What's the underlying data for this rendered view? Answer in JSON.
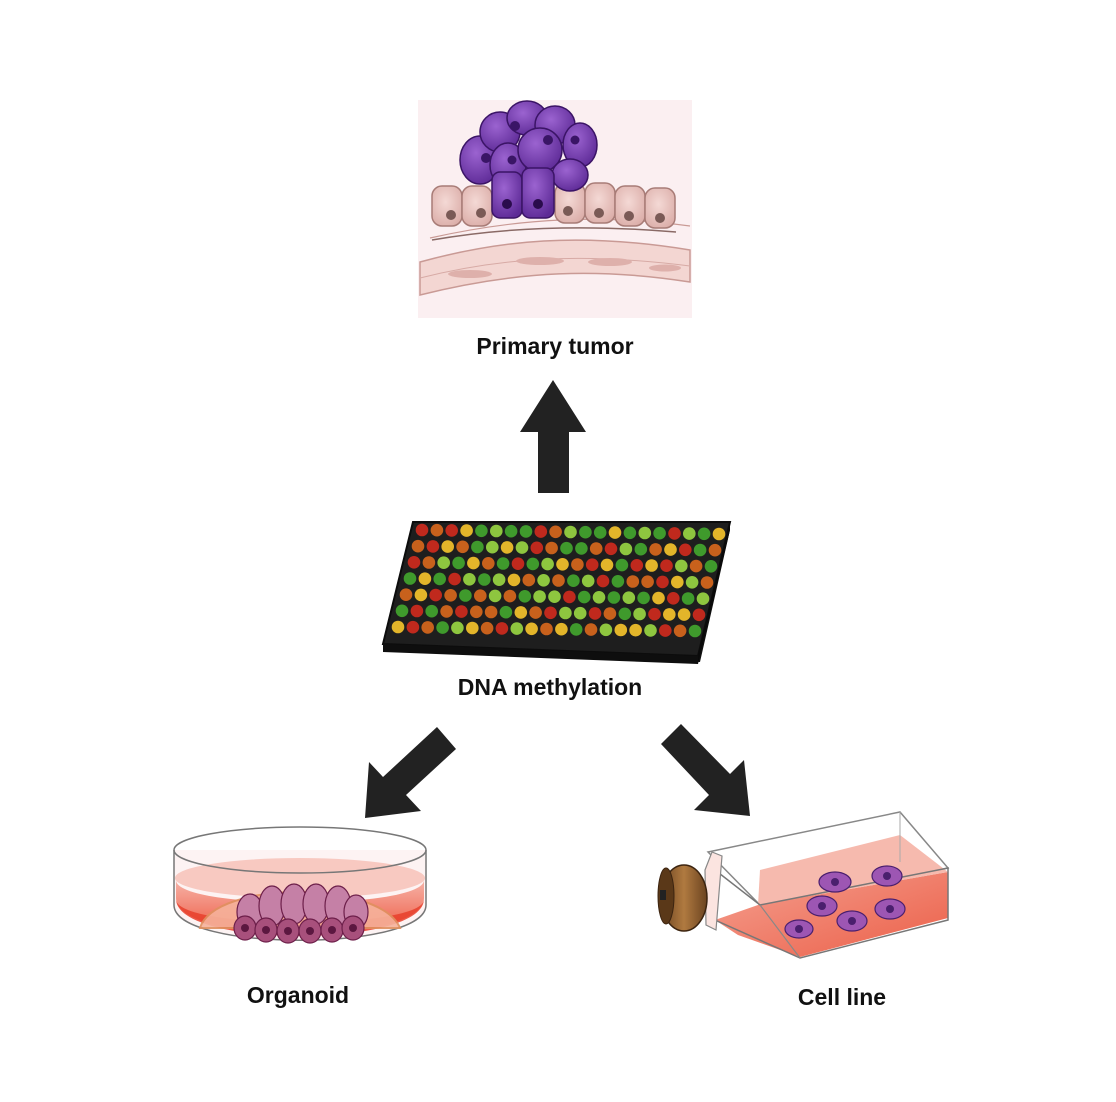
{
  "diagram": {
    "labels": {
      "primary_tumor": "Primary tumor",
      "dna_methylation": "DNA methylation",
      "organoid": "Organoid",
      "cell_line": "Cell line"
    },
    "colors": {
      "arrow": "#222222",
      "tumor_cell": "#7a3fb8",
      "tumor_cell_dark": "#4a1f7e",
      "epithelium": "#e8c2be",
      "tissue_background": "#fbeff1",
      "chip_body": "#1e1e1e",
      "medium": "#f06a55",
      "organoid": "#a8507c",
      "cell": "#9d56b3",
      "cap": "#8a5a2c"
    },
    "array_rows": [
      [
        "r",
        "o",
        "r",
        "y",
        "g",
        "l",
        "g",
        "g",
        "r",
        "o",
        "l",
        "g",
        "g",
        "y",
        "g",
        "l",
        "g",
        "r",
        "l",
        "g",
        "y"
      ],
      [
        "o",
        "r",
        "y",
        "o",
        "g",
        "l",
        "y",
        "l",
        "r",
        "o",
        "g",
        "g",
        "o",
        "r",
        "l",
        "g",
        "o",
        "y",
        "r",
        "g",
        "o"
      ],
      [
        "r",
        "o",
        "l",
        "g",
        "y",
        "o",
        "g",
        "r",
        "g",
        "l",
        "y",
        "o",
        "r",
        "y",
        "g",
        "r",
        "y",
        "r",
        "l",
        "o",
        "g"
      ],
      [
        "g",
        "y",
        "g",
        "r",
        "l",
        "g",
        "l",
        "y",
        "o",
        "l",
        "o",
        "g",
        "l",
        "r",
        "g",
        "o",
        "o",
        "r",
        "y",
        "l",
        "o"
      ],
      [
        "o",
        "y",
        "r",
        "o",
        "g",
        "o",
        "l",
        "o",
        "g",
        "l",
        "l",
        "r",
        "g",
        "l",
        "g",
        "l",
        "g",
        "y",
        "r",
        "g",
        "l"
      ],
      [
        "g",
        "r",
        "g",
        "o",
        "r",
        "o",
        "o",
        "g",
        "y",
        "o",
        "r",
        "l",
        "l",
        "r",
        "o",
        "g",
        "l",
        "r",
        "y",
        "y",
        "r"
      ],
      [
        "y",
        "r",
        "o",
        "g",
        "l",
        "y",
        "o",
        "r",
        "l",
        "y",
        "o",
        "y",
        "g",
        "o",
        "l",
        "y",
        "y",
        "l",
        "r",
        "o",
        "g"
      ]
    ]
  }
}
